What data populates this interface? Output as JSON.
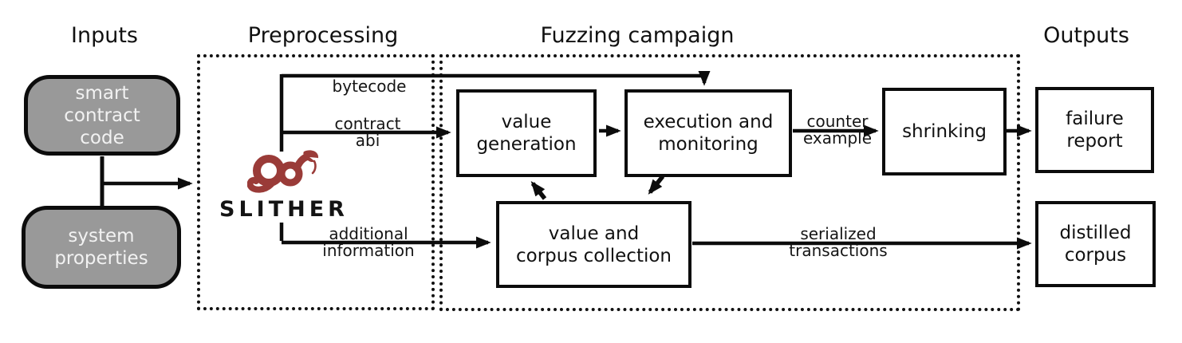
{
  "sections": {
    "inputs_label": "Inputs",
    "preprocessing_label": "Preprocessing",
    "fuzzing_label": "Fuzzing campaign",
    "outputs_label": "Outputs"
  },
  "nodes": {
    "smart_contract_code": "smart\ncontract\ncode",
    "system_properties": "system\nproperties",
    "value_generation": "value\ngeneration",
    "execution_monitoring": "execution and\nmonitoring",
    "shrinking": "shrinking",
    "value_corpus_collection": "value and\ncorpus collection",
    "failure_report": "failure\nreport",
    "distilled_corpus": "distilled\ncorpus"
  },
  "preprocessing_tool": {
    "wordmark": "SLITHER",
    "logo_icon": "snake-infinity-icon"
  },
  "edges": {
    "bytecode": "bytecode",
    "contract_abi": "contract\nabi",
    "additional_information": "additional\ninformation",
    "counter_example": "counter\nexample",
    "serialized_transactions": "serialized\ntransactions"
  },
  "colors": {
    "input_node_fill": "#999999",
    "node_border": "#0c0c0c",
    "line": "#111111",
    "slither_red": "#9a3b38",
    "background": "#ffffff"
  }
}
